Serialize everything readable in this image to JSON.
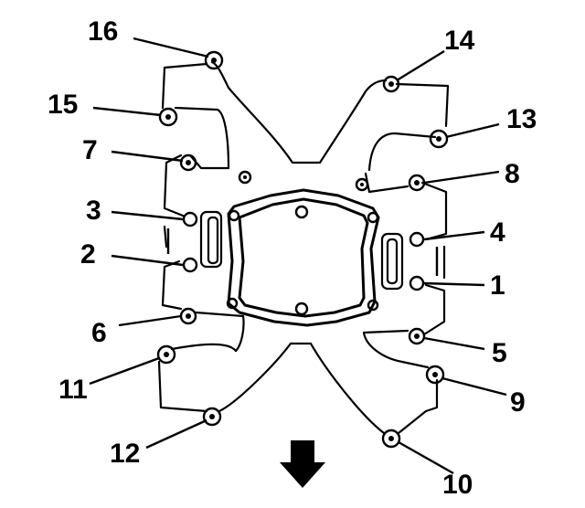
{
  "diagram": {
    "bolt_labels": [
      "1",
      "2",
      "3",
      "4",
      "5",
      "6",
      "7",
      "8",
      "9",
      "10",
      "11",
      "12",
      "13",
      "14",
      "15",
      "16"
    ],
    "direction_arrow": "arrow-down-icon"
  }
}
